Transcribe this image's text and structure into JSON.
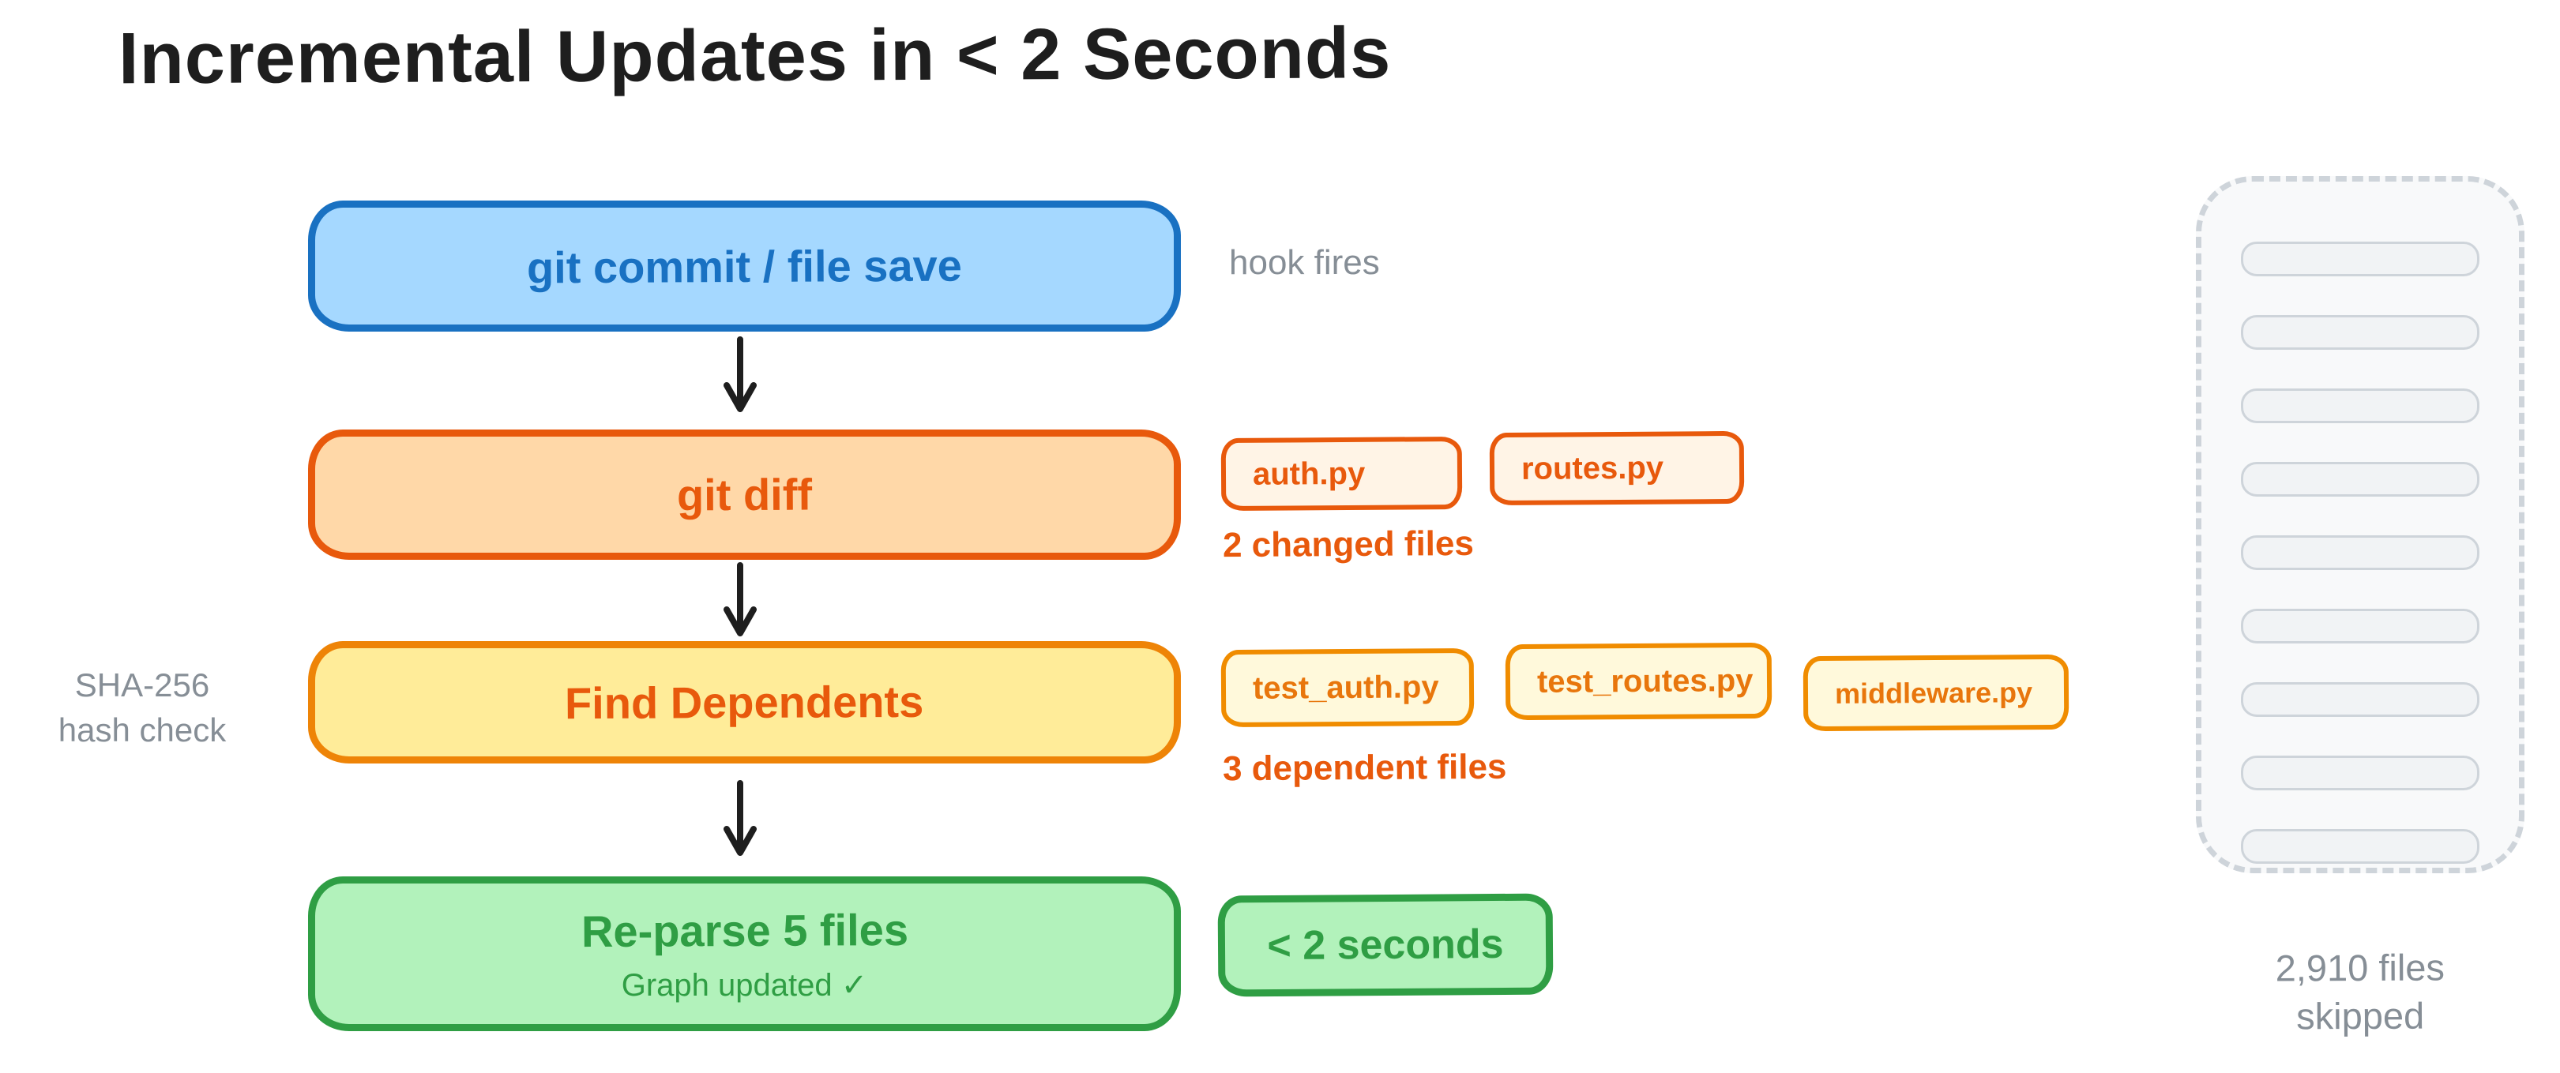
{
  "title": "Incremental Updates in < 2 Seconds",
  "colors": {
    "ink": "#1e1e1e",
    "gray_text": "#868e96",
    "blue_stroke": "#1971c2",
    "blue_fill": "#a5d8ff",
    "orange_stroke": "#e8590c",
    "orange_fill": "#ffd8a8",
    "orange_chip_fill": "#fff4e6",
    "amber_stroke": "#f08c00",
    "amber_fill": "#ffec99",
    "amber_chip_fill": "#fff9db",
    "green_stroke": "#2f9e44",
    "green_fill": "#b2f2bb",
    "panel_border": "#ced4da",
    "panel_fill": "#f8f9fa",
    "row_fill": "#f1f3f5"
  },
  "steps": {
    "commit": {
      "label": "git commit / file save",
      "annotation": "hook fires"
    },
    "diff": {
      "label": "git diff",
      "files": [
        "auth.py",
        "routes.py"
      ],
      "caption": "2 changed files"
    },
    "dependents": {
      "label": "Find Dependents",
      "files": [
        "test_auth.py",
        "test_routes.py",
        "middleware.py"
      ],
      "caption": "3 dependent files",
      "note_line1": "SHA-256",
      "note_line2": "hash check"
    },
    "reparse": {
      "label": "Re-parse 5 files",
      "sublabel": "Graph updated ✓",
      "badge": "< 2 seconds"
    }
  },
  "skipped_panel": {
    "row_count": 9,
    "caption_line1": "2,910 files",
    "caption_line2": "skipped"
  }
}
